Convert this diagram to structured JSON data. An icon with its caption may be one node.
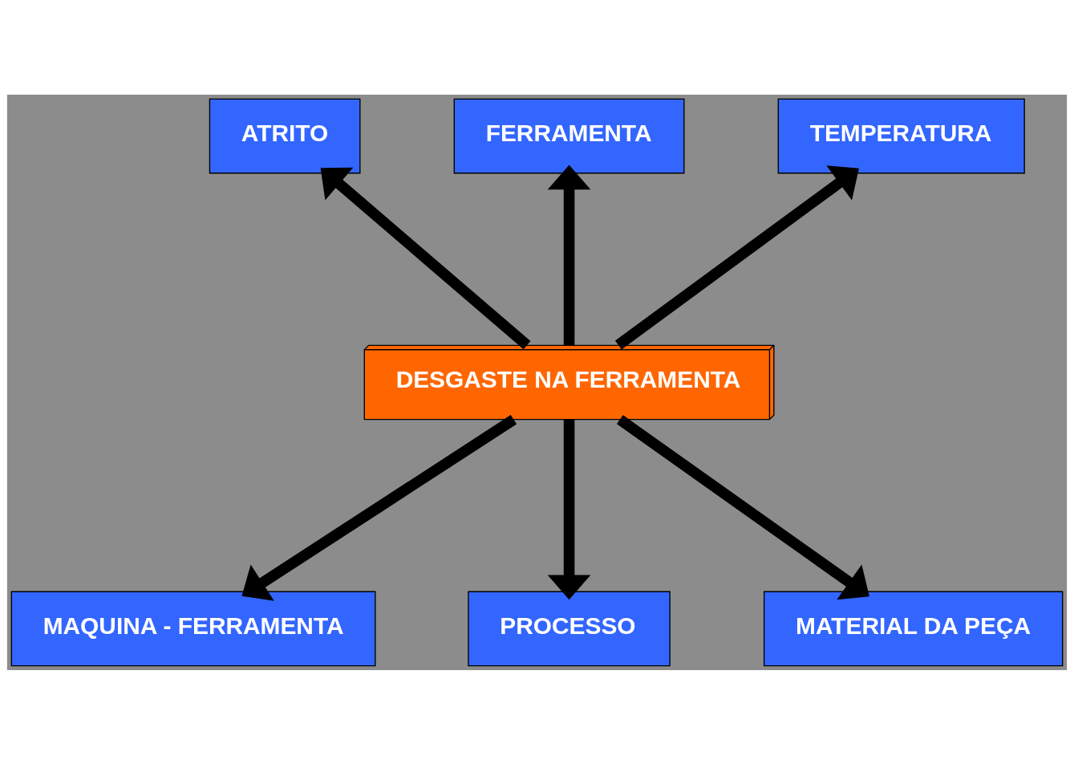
{
  "diagram": {
    "nodes": [
      {
        "text": [
          "ATRITO"
        ]
      },
      {
        "text": [
          "FERRAMENTA"
        ]
      },
      {
        "text": [
          "TEMPERATURA"
        ]
      },
      {
        "text": [
          "DESGASTE NA FERRAMENTA"
        ]
      },
      {
        "text": [
          "MAQUINA - FERRAMENTA"
        ]
      },
      {
        "text": [
          "PROCESSO"
        ]
      },
      {
        "text": [
          "MATERIAL DA PEÇA"
        ]
      }
    ],
    "edges": [
      {
        "from": 3,
        "to": 0,
        "arrow": "to"
      },
      {
        "from": 3,
        "to": 1,
        "arrow": "to"
      },
      {
        "from": 3,
        "to": 2,
        "arrow": "to"
      },
      {
        "from": 3,
        "to": 4,
        "arrow": "to"
      },
      {
        "from": 3,
        "to": 5,
        "arrow": "to"
      },
      {
        "from": 3,
        "to": 6,
        "arrow": "to"
      }
    ]
  }
}
